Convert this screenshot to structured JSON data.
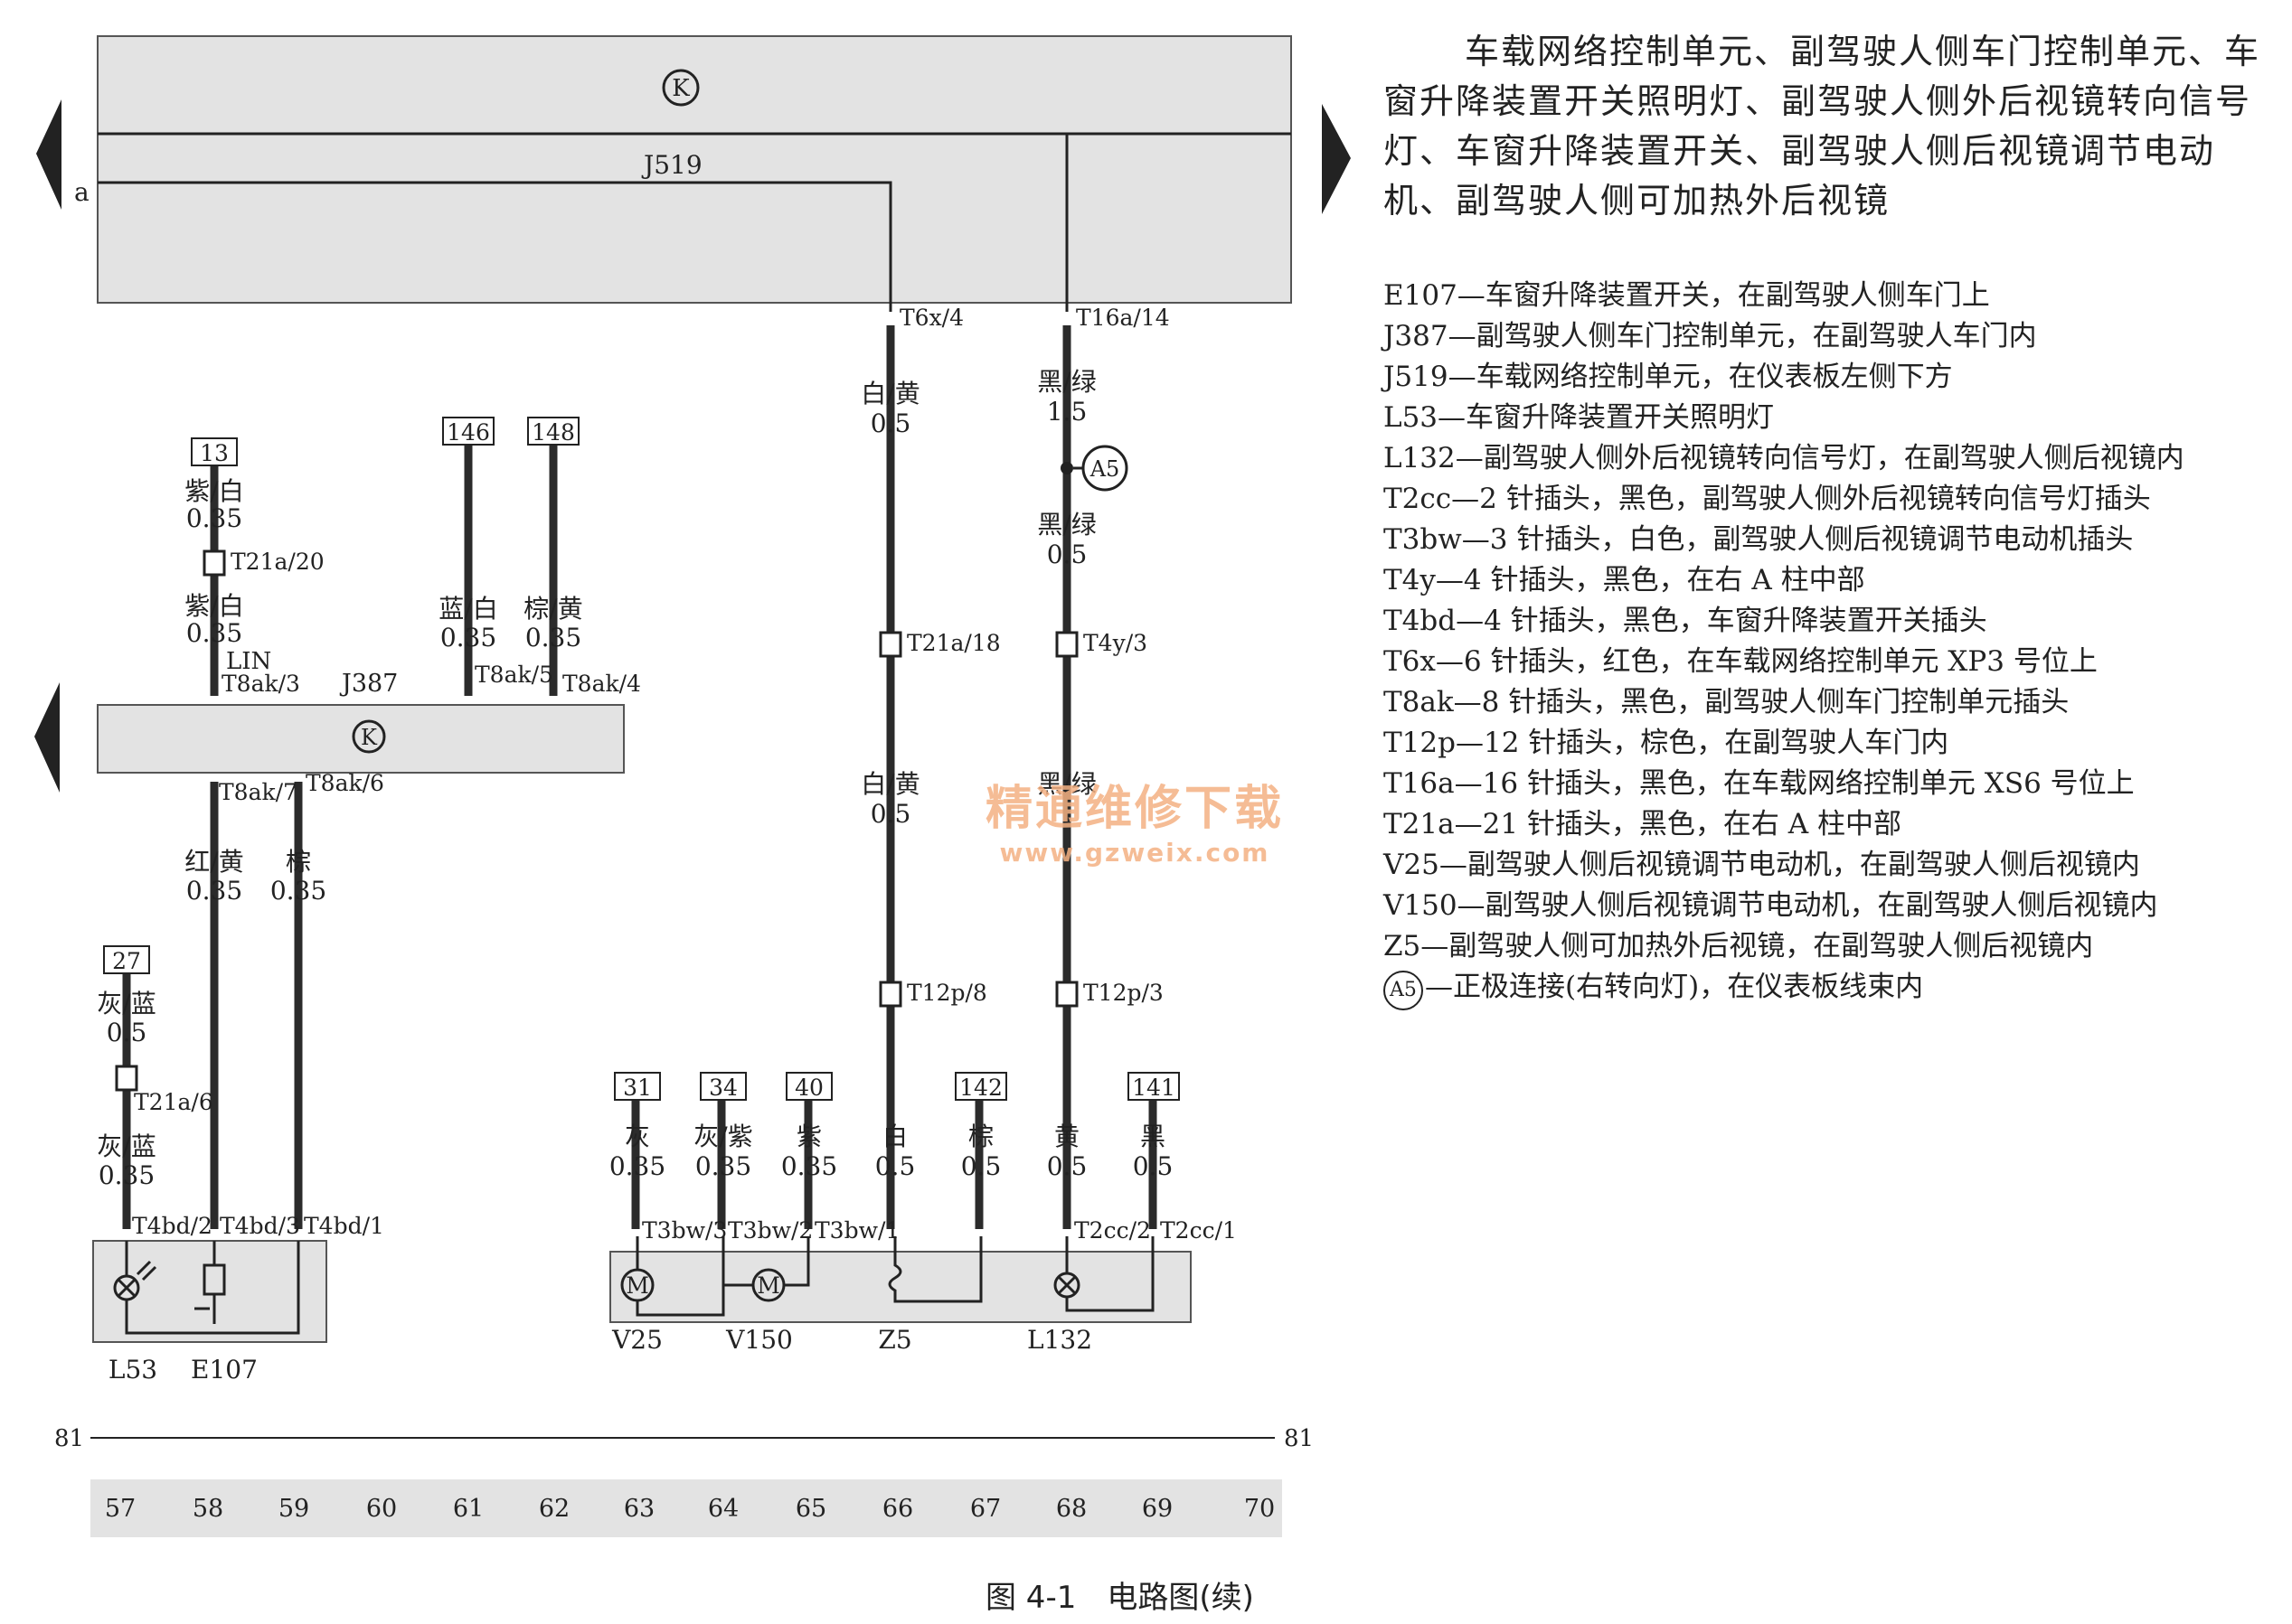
{
  "title": "车载网络控制单元、副驾驶人侧车门控制单元、车窗升降装置开关照明灯、副驾驶人侧外后视镜转向信号灯、车窗升降装置开关、副驾驶人侧后视镜调节电动机、副驾驶人侧可加热外后视镜",
  "legend": [
    "E107—车窗升降装置开关，在副驾驶人侧车门上",
    "J387—副驾驶人侧车门控制单元，在副驾驶人车门内",
    "J519—车载网络控制单元，在仪表板左侧下方",
    "L53—车窗升降装置开关照明灯",
    "L132—副驾驶人侧外后视镜转向信号灯，在副驾驶人侧后视镜内",
    "T2cc—2 针插头，黑色，副驾驶人侧外后视镜转向信号灯插头",
    "T3bw—3 针插头，白色，副驾驶人侧后视镜调节电动机插头",
    "T4y—4 针插头，黑色，在右 A 柱中部",
    "T4bd—4 针插头，黑色，车窗升降装置开关插头",
    "T6x—6 针插头，红色，在车载网络控制单元 XP3 号位上",
    "T8ak—8 针插头，黑色，副驾驶人侧车门控制单元插头",
    "T12p—12 针插头，棕色，在副驾驶人车门内",
    "T16a—16 针插头，黑色，在车载网络控制单元 XS6 号位上",
    "T21a—21 针插头，黑色，在右 A 柱中部",
    "V25—副驾驶人侧后视镜调节电动机，在副驾驶人侧后视镜内",
    "V150—副驾驶人侧后视镜调节电动机，在副驾驶人侧后视镜内",
    "Z5—副驾驶人侧可加热外后视镜，在副驾驶人侧后视镜内"
  ],
  "a5_symbol": "A5",
  "a5_desc": "—正极连接(右转向灯)，在仪表板线束内",
  "caption": "图 4-1　电路图(续)",
  "watermark": {
    "line1": "精通维修下载",
    "line2": "www.gzweix.com"
  },
  "diagram": {
    "j519_label": "J519",
    "j387_label": "J387",
    "k_symbol": "K",
    "a_label": "a",
    "lin_label": "LIN",
    "bus_left": "81",
    "bus_right": "81",
    "columns": [
      "57",
      "58",
      "59",
      "60",
      "61",
      "62",
      "63",
      "64",
      "65",
      "66",
      "67",
      "68",
      "69",
      "70"
    ],
    "refs": [
      "13",
      "146",
      "148",
      "27",
      "31",
      "34",
      "40",
      "142",
      "141"
    ],
    "connectors": [
      "T6x/4",
      "T16a/14",
      "T21a/20",
      "T8ak/3",
      "T8ak/5",
      "T8ak/4",
      "T8ak/7",
      "T8ak/6",
      "T21a/18",
      "T4y/3",
      "T12p/8",
      "T12p/3",
      "T21a/6",
      "T4bd/2",
      "T4bd/3",
      "T4bd/1",
      "T3bw/3",
      "T3bw/2",
      "T3bw/1",
      "T2cc/2",
      "T2cc/1"
    ],
    "wires": [
      {
        "color": "白/黄",
        "size": "0.5"
      },
      {
        "color": "黑/绿",
        "size": "1.5"
      },
      {
        "color": "黑/绿",
        "size": "0.5"
      },
      {
        "color": "紫/白",
        "size": "0.35"
      },
      {
        "color": "蓝/白",
        "size": "0.35"
      },
      {
        "color": "棕/黄",
        "size": "0.35"
      },
      {
        "color": "红/黄",
        "size": "0.35"
      },
      {
        "color": "棕",
        "size": "0.35"
      },
      {
        "color": "灰/蓝",
        "size": "0.5"
      },
      {
        "color": "灰/蓝",
        "size": "0.35"
      },
      {
        "color": "灰",
        "size": "0.35"
      },
      {
        "color": "灰/紫",
        "size": "0.35"
      },
      {
        "color": "紫",
        "size": "0.35"
      },
      {
        "color": "白",
        "size": "0.5"
      },
      {
        "color": "棕",
        "size": "0.5"
      },
      {
        "color": "黄",
        "size": "0.5"
      },
      {
        "color": "黑",
        "size": "0.5"
      }
    ],
    "components": [
      "L53",
      "E107",
      "V25",
      "V150",
      "Z5",
      "L132"
    ]
  }
}
